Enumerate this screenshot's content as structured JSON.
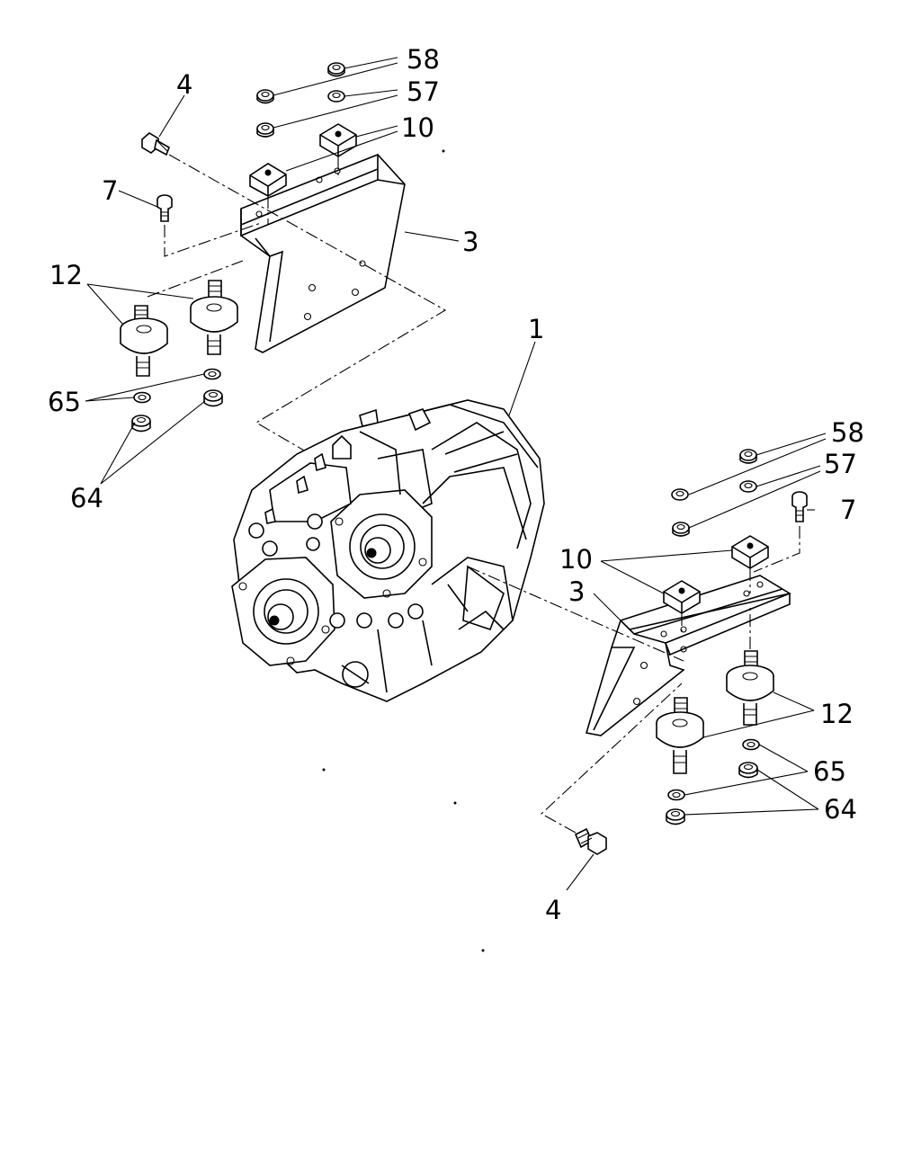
{
  "callouts": {
    "left_58": "58",
    "left_57": "57",
    "left_10": "10",
    "left_4": "4",
    "left_7": "7",
    "left_3": "3",
    "left_12": "12",
    "left_65": "65",
    "left_64": "64",
    "center_1": "1",
    "right_58": "58",
    "right_57": "57",
    "right_7": "7",
    "right_10": "10",
    "right_3": "3",
    "right_12": "12",
    "right_65": "65",
    "right_64": "64",
    "bottom_4": "4"
  }
}
